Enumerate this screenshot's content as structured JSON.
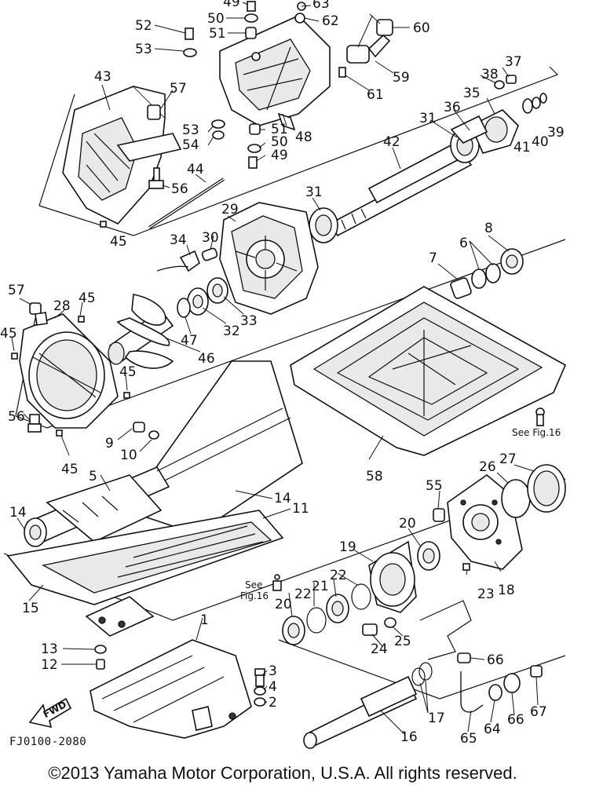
{
  "diagram": {
    "callouts": [
      {
        "id": "c49a",
        "text": "49"
      },
      {
        "id": "c63",
        "text": "63"
      },
      {
        "id": "c52",
        "text": "52"
      },
      {
        "id": "c50a",
        "text": "50"
      },
      {
        "id": "c62",
        "text": "62"
      },
      {
        "id": "c60",
        "text": "60"
      },
      {
        "id": "c51a",
        "text": "51"
      },
      {
        "id": "c53a",
        "text": "53"
      },
      {
        "id": "c37",
        "text": "37"
      },
      {
        "id": "c59",
        "text": "59"
      },
      {
        "id": "c43",
        "text": "43"
      },
      {
        "id": "c38",
        "text": "38"
      },
      {
        "id": "c57a",
        "text": "57"
      },
      {
        "id": "c35",
        "text": "35"
      },
      {
        "id": "c61",
        "text": "61"
      },
      {
        "id": "c36",
        "text": "36"
      },
      {
        "id": "c31a",
        "text": "31"
      },
      {
        "id": "c39",
        "text": "39"
      },
      {
        "id": "c53b",
        "text": "53"
      },
      {
        "id": "c51b",
        "text": "51"
      },
      {
        "id": "c40",
        "text": "40"
      },
      {
        "id": "c41",
        "text": "41"
      },
      {
        "id": "c54",
        "text": "54"
      },
      {
        "id": "c50b",
        "text": "50"
      },
      {
        "id": "c48",
        "text": "48"
      },
      {
        "id": "c42",
        "text": "42"
      },
      {
        "id": "c49b",
        "text": "49"
      },
      {
        "id": "c44",
        "text": "44"
      },
      {
        "id": "c56a",
        "text": "56"
      },
      {
        "id": "c31b",
        "text": "31"
      },
      {
        "id": "c29",
        "text": "29"
      },
      {
        "id": "c34",
        "text": "34"
      },
      {
        "id": "c30",
        "text": "30"
      },
      {
        "id": "c45a",
        "text": "45"
      },
      {
        "id": "c8",
        "text": "8"
      },
      {
        "id": "c6",
        "text": "6"
      },
      {
        "id": "c7",
        "text": "7"
      },
      {
        "id": "c57b",
        "text": "57"
      },
      {
        "id": "c28",
        "text": "28"
      },
      {
        "id": "c45b",
        "text": "45"
      },
      {
        "id": "c45c",
        "text": "45"
      },
      {
        "id": "c33",
        "text": "33"
      },
      {
        "id": "c32",
        "text": "32"
      },
      {
        "id": "c47",
        "text": "47"
      },
      {
        "id": "c46",
        "text": "46"
      },
      {
        "id": "c45d",
        "text": "45"
      },
      {
        "id": "c56b",
        "text": "56"
      },
      {
        "id": "c9",
        "text": "9"
      },
      {
        "id": "c10",
        "text": "10"
      },
      {
        "id": "c45e",
        "text": "45"
      },
      {
        "id": "c5",
        "text": "5"
      },
      {
        "id": "c58",
        "text": "58"
      },
      {
        "id": "c26",
        "text": "26"
      },
      {
        "id": "c27",
        "text": "27"
      },
      {
        "id": "c55",
        "text": "55"
      },
      {
        "id": "c14a",
        "text": "14"
      },
      {
        "id": "c11",
        "text": "11"
      },
      {
        "id": "c14b",
        "text": "14"
      },
      {
        "id": "c20a",
        "text": "20"
      },
      {
        "id": "c19",
        "text": "19"
      },
      {
        "id": "c22a",
        "text": "22"
      },
      {
        "id": "c21",
        "text": "21"
      },
      {
        "id": "c22b",
        "text": "22"
      },
      {
        "id": "c23",
        "text": "23"
      },
      {
        "id": "c18",
        "text": "18"
      },
      {
        "id": "c15",
        "text": "15"
      },
      {
        "id": "c20b",
        "text": "20"
      },
      {
        "id": "c25",
        "text": "25"
      },
      {
        "id": "c24",
        "text": "24"
      },
      {
        "id": "c1",
        "text": "1"
      },
      {
        "id": "c13",
        "text": "13"
      },
      {
        "id": "c12",
        "text": "12"
      },
      {
        "id": "c66a",
        "text": "66"
      },
      {
        "id": "c3",
        "text": "3"
      },
      {
        "id": "c4",
        "text": "4"
      },
      {
        "id": "c2",
        "text": "2"
      },
      {
        "id": "c17",
        "text": "17"
      },
      {
        "id": "c16",
        "text": "16"
      },
      {
        "id": "c64",
        "text": "64"
      },
      {
        "id": "c66b",
        "text": "66"
      },
      {
        "id": "c67",
        "text": "67"
      },
      {
        "id": "c65",
        "text": "65"
      }
    ],
    "see_fig_a": "See Fig.16",
    "see_fig_b_line1": "See",
    "see_fig_b_line2": "Fig.16",
    "fwd_label": "FWD"
  },
  "figure_code": "FJ0100-2080",
  "copyright": "©2013 Yamaha Motor Corporation, U.S.A. All rights reserved."
}
